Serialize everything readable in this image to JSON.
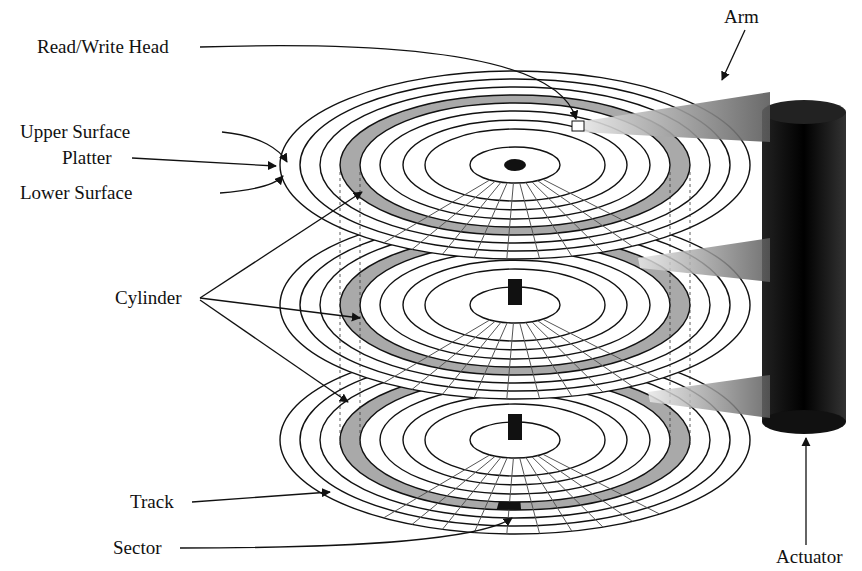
{
  "diagram": {
    "labels": [
      "Read/Write Head",
      "Arm",
      "Upper Surface",
      "Platter",
      "Lower Surface",
      "Cylinder",
      "Track",
      "Sector",
      "Actuator"
    ]
  }
}
